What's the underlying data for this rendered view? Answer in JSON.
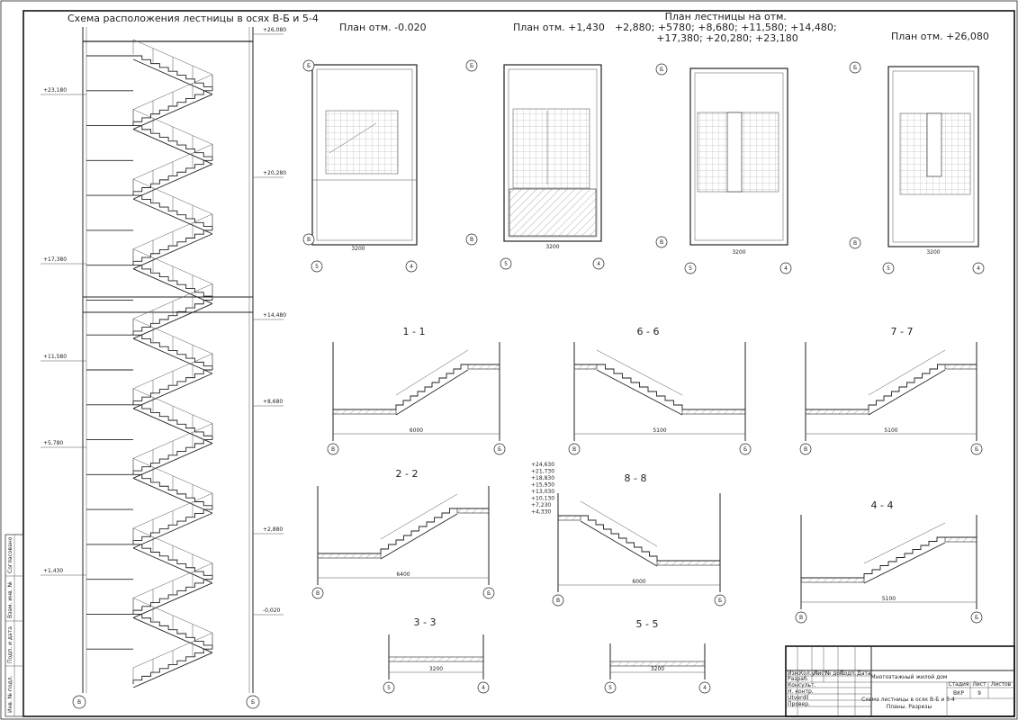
{
  "drawing": {
    "title_left": "Схема расположения лестницы  в осях В-Б и 5-4",
    "plans": [
      {
        "title": "План отм. -0.020",
        "axes_top": [
          "Б",
          "В"
        ],
        "axes_bottom": [
          "5",
          "4"
        ],
        "width_dim": "3200"
      },
      {
        "title": "План отм. +1,430",
        "axes_top": [
          "Б",
          "В"
        ],
        "axes_bottom": [
          "5",
          "4"
        ],
        "width_dim": "3200"
      },
      {
        "title": "План лестницы на отм.\n+2,880; +5780; +8,680; +11,580; +14,480;\n+17,380; +20,280; +23,180",
        "axes_top": [
          "Б",
          "В"
        ],
        "axes_bottom": [
          "5",
          "4"
        ],
        "width_dim": "3200"
      },
      {
        "title": "План отм. +26,080",
        "axes_top": [
          "Б",
          "В"
        ],
        "axes_bottom": [
          "5",
          "4"
        ],
        "width_dim": "3200"
      }
    ],
    "sections": [
      {
        "title": "1 - 1",
        "axes": [
          "В",
          "Б"
        ],
        "dim": "6000"
      },
      {
        "title": "6 - 6",
        "axes": [
          "В",
          "Б"
        ],
        "dim": "5100"
      },
      {
        "title": "7 - 7",
        "axes": [
          "В",
          "Б"
        ],
        "dim": "5100"
      },
      {
        "title": "2 - 2",
        "axes": [
          "В",
          "Б"
        ],
        "dim": "6400"
      },
      {
        "title": "8 - 8",
        "axes": [
          "В",
          "Б"
        ],
        "dim": "6000"
      },
      {
        "title": "4 - 4",
        "axes": [
          "В",
          "Б"
        ],
        "dim": "5100"
      },
      {
        "title": "3 - 3",
        "axes": [
          "5",
          "4"
        ],
        "dim": "3200"
      },
      {
        "title": "5 - 5",
        "axes": [
          "5",
          "4"
        ],
        "dim": "3200"
      }
    ],
    "elevations_left": [
      "+26,080",
      "+23,180",
      "+20,280",
      "+17,380",
      "+14,480",
      "+11,580",
      "+8,680",
      "+5,780",
      "+2,880",
      "+1,430",
      "-0,020"
    ],
    "elevation_stack_8": [
      "+24,630",
      "+21,730",
      "+18,830",
      "+15,930",
      "+13,030",
      "+10,130",
      "+7,230",
      "+4,330"
    ],
    "axes_scheme": [
      "В",
      "Б"
    ]
  },
  "title_block": {
    "col_headers": [
      "Изм.",
      "Кол.уч",
      "Лист",
      "№ док.",
      "Подп.",
      "Дата"
    ],
    "row_labels": [
      "Разраб.",
      "Консульт.",
      "Н. контр.",
      "Utverdil",
      "Провер."
    ],
    "project_name": "Многоэтажный жилой дом",
    "sheet_title": "Схема лестницы в осях В-Б и 5-4\nПланы. Разрезы",
    "stage_header": "Стадия",
    "sheet_header": "Лист",
    "sheets_header": "Листов",
    "stage": "ВКР",
    "sheet_no": "9"
  },
  "side_stamp": [
    "Инв. № подл.",
    "Подп. и дата",
    "Взам. инв. №",
    "Согласовано"
  ]
}
